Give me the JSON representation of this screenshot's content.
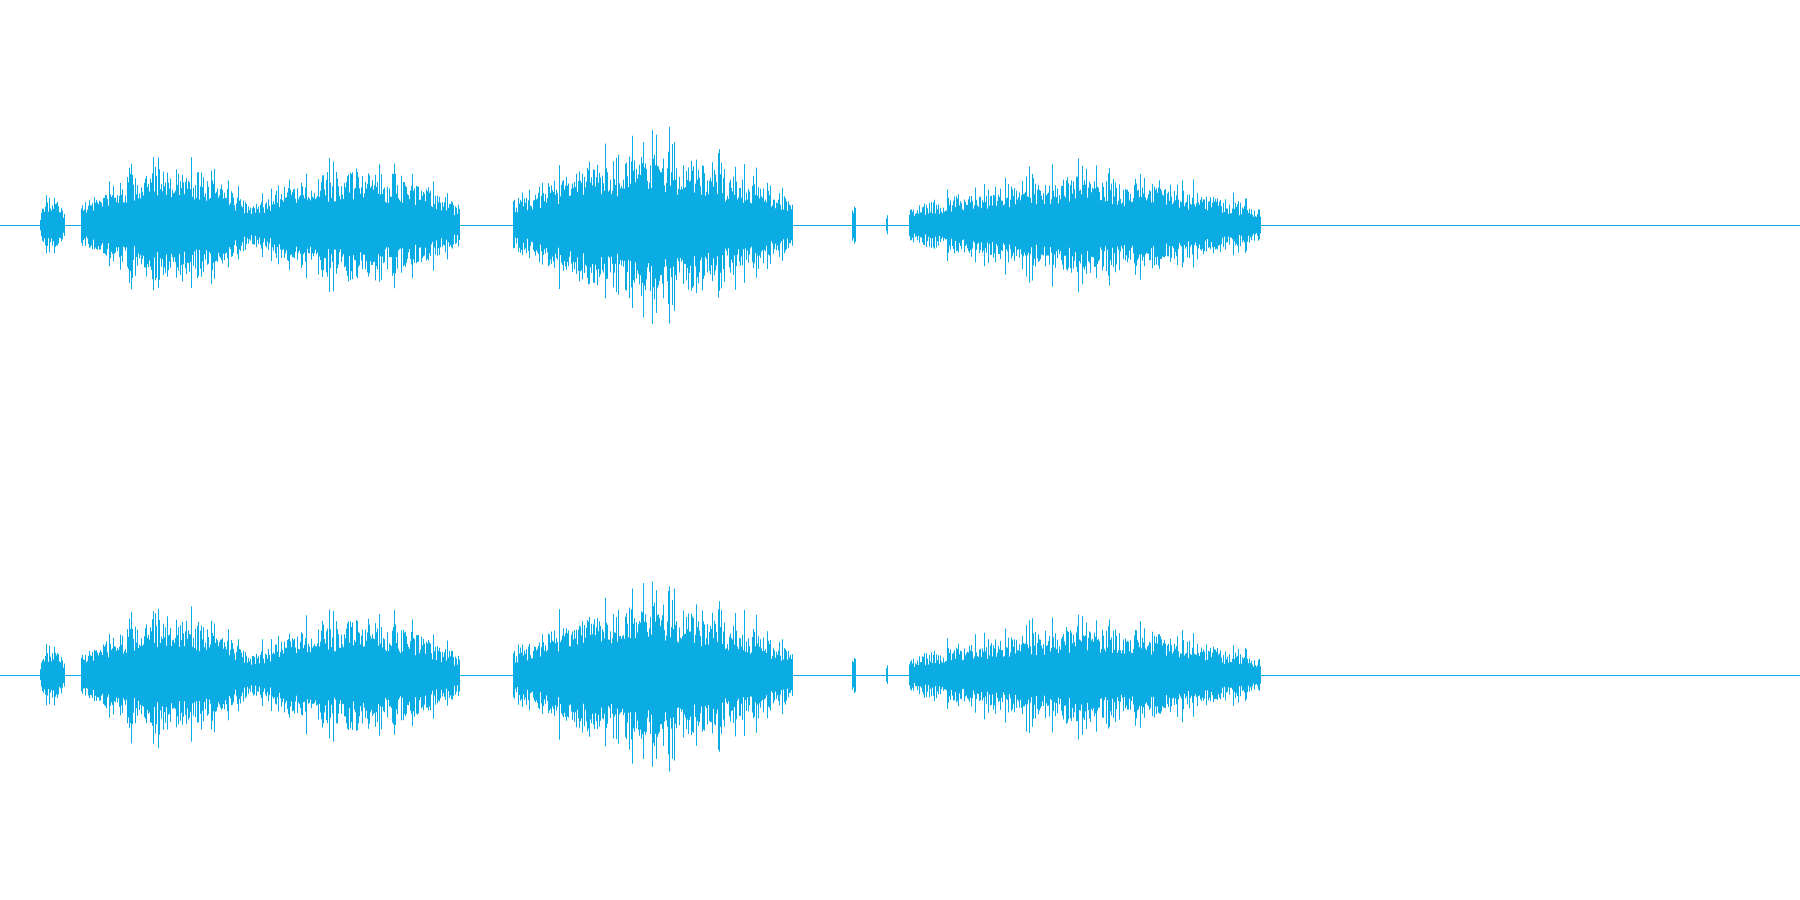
{
  "audio_waveform": {
    "wave_color": "#0aace3",
    "background_color": "#ffffff",
    "channels": [
      {
        "channel": "left"
      },
      {
        "channel": "right"
      }
    ],
    "sound_bursts": [
      {
        "start": 0.022,
        "end": 0.036,
        "peak_amplitude": 0.24
      },
      {
        "start": 0.045,
        "end": 0.14,
        "peak_amplitude": 0.45
      },
      {
        "start": 0.14,
        "end": 0.255,
        "peak_amplitude": 0.44
      },
      {
        "start": 0.285,
        "end": 0.44,
        "peak_amplitude": 0.56
      },
      {
        "start": 0.473,
        "end": 0.475,
        "peak_amplitude": 0.13
      },
      {
        "start": 0.492,
        "end": 0.493,
        "peak_amplitude": 0.08
      },
      {
        "start": 0.505,
        "end": 0.7,
        "peak_amplitude": 0.38
      }
    ],
    "audible_span": {
      "start": 0.018,
      "end": 0.76
    }
  }
}
